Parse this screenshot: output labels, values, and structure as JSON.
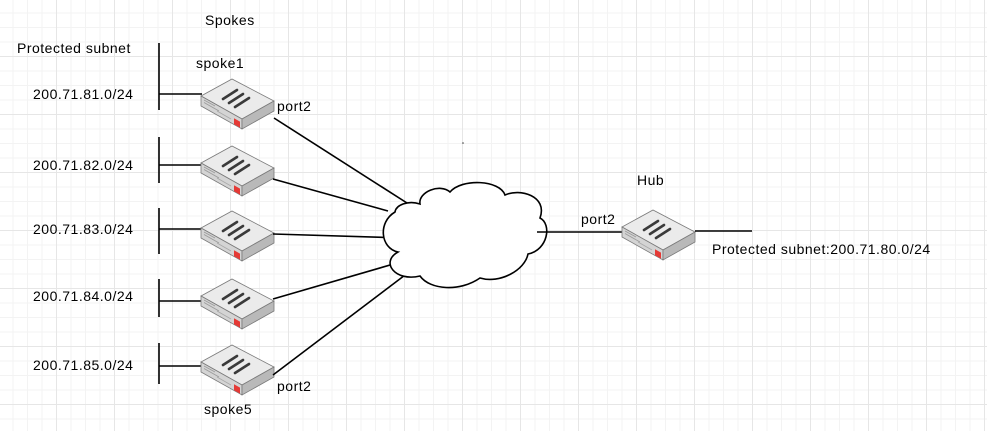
{
  "title": "Spokes",
  "left_header": "Protected subnet",
  "spokes": [
    {
      "name": "spoke1",
      "subnet": "200.71.81.0/24",
      "port": "port2"
    },
    {
      "name": "",
      "subnet": "200.71.82.0/24",
      "port": ""
    },
    {
      "name": "",
      "subnet": "200.71.83.0/24",
      "port": ""
    },
    {
      "name": "",
      "subnet": "200.71.84.0/24",
      "port": ""
    },
    {
      "name": "spoke5",
      "subnet": "200.71.85.0/24",
      "port": "port2"
    }
  ],
  "hub": {
    "name": "Hub",
    "port": "port2",
    "subnet_label": "Protected subnet:200.71.80.0/24"
  },
  "colors": {
    "device_top": "#e9e9e9",
    "device_side": "#bdbdbd",
    "device_front": "#d6d6d6",
    "device_accent": "#e53935",
    "line": "#000000"
  }
}
